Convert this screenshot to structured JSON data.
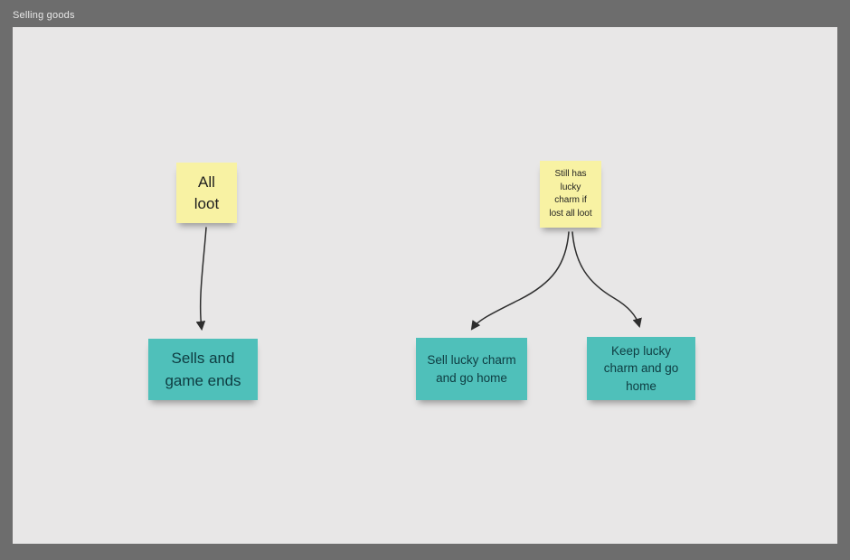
{
  "board": {
    "title": "Selling goods"
  },
  "colors": {
    "frame": "#6d6d6d",
    "canvas": "#e8e7e7",
    "yellow_note": "#f8f2a3",
    "teal_note": "#4fc0ba",
    "yellow_text": "#1f1f1f",
    "teal_text": "#0e3c41",
    "arrow": "#2e2e2e"
  },
  "notes": {
    "all_loot": {
      "text": "All\nloot",
      "color": "#f8f2a3"
    },
    "sells_game_ends": {
      "text": "Sells and\ngame ends",
      "color": "#4fc0ba"
    },
    "still_has_charm": {
      "text": "Still has\nlucky\ncharm if\nlost all loot",
      "color": "#f8f2a3"
    },
    "sell_charm_home": {
      "text": "Sell lucky charm\nand go home",
      "color": "#4fc0ba"
    },
    "keep_charm_home": {
      "text": "Keep lucky\ncharm and go\nhome",
      "color": "#4fc0ba"
    }
  },
  "connectors": [
    {
      "from": "all_loot",
      "to": "sells_game_ends"
    },
    {
      "from": "still_has_charm",
      "to": "sell_charm_home"
    },
    {
      "from": "still_has_charm",
      "to": "keep_charm_home"
    }
  ]
}
